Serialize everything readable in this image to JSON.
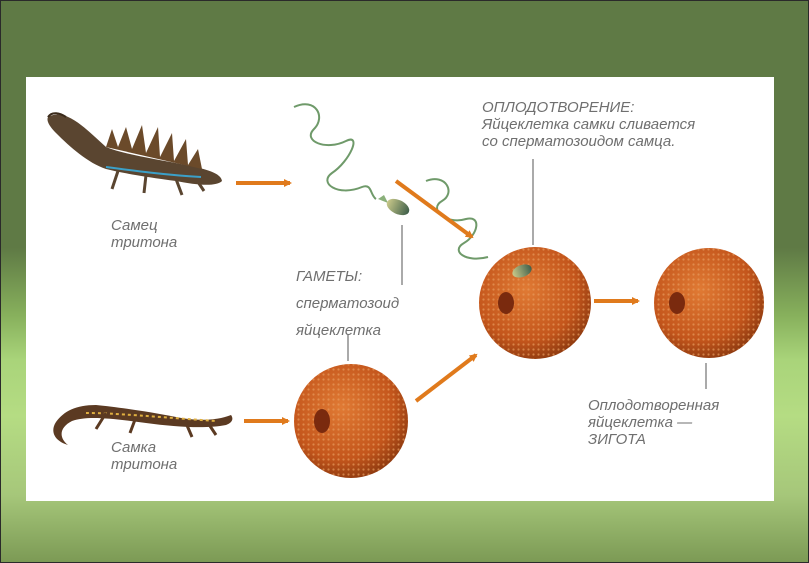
{
  "labels": {
    "male_line1": "Самец",
    "male_line2": "тритона",
    "female_line1": "Самка",
    "female_line2": "тритона",
    "gametes_title": "ГАМЕТЫ:",
    "gamete_sperm": "сперматозоид",
    "gamete_egg": "яйцеклетка",
    "fert_title": "ОПЛОДОТВОРЕНИЕ:",
    "fert_line1": "Яйцеклетка самки сливается",
    "fert_line2": "со сперматозоидом самца.",
    "zygote_line1": "Оплодотворенная",
    "zygote_line2": "яйцеклетка —",
    "zygote_line3": "ЗИГОТА"
  },
  "colors": {
    "background_dark_green": "#5f7a45",
    "background_light_green": "#b5dc83",
    "arrow": "#e07a1c",
    "egg": "#c8581c",
    "label_text": "#6f6f6f"
  }
}
